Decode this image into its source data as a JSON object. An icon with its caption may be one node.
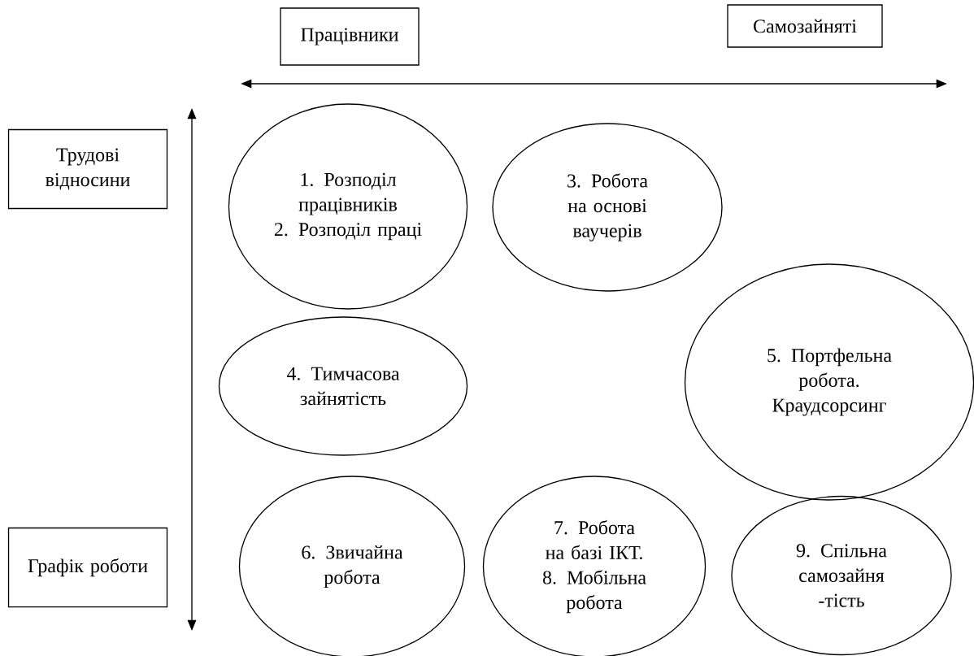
{
  "diagram": {
    "nodes": [
      {
        "text": [
          "Працівники"
        ]
      },
      {
        "text": [
          "Самозайняті"
        ]
      },
      {
        "text": [
          "Трудові відносини"
        ]
      },
      {
        "text": [
          "1. Розподіл працівників",
          "2. Розподіл праці"
        ]
      },
      {
        "text": [
          "3. Робота на основі ваучерів"
        ]
      },
      {
        "text": [
          "4. Тимчасова зайнятість"
        ]
      },
      {
        "text": [
          "5. Портфельна робота. Краудсорсинг"
        ]
      },
      {
        "text": [
          "Графік роботи"
        ]
      },
      {
        "text": [
          "6. Звичайна робота"
        ]
      },
      {
        "text": [
          "7. Робота на базі ІКТ.",
          "8. Мобільна робота"
        ]
      },
      {
        "text": [
          "9. Спільна самозайня -тість"
        ]
      }
    ]
  }
}
